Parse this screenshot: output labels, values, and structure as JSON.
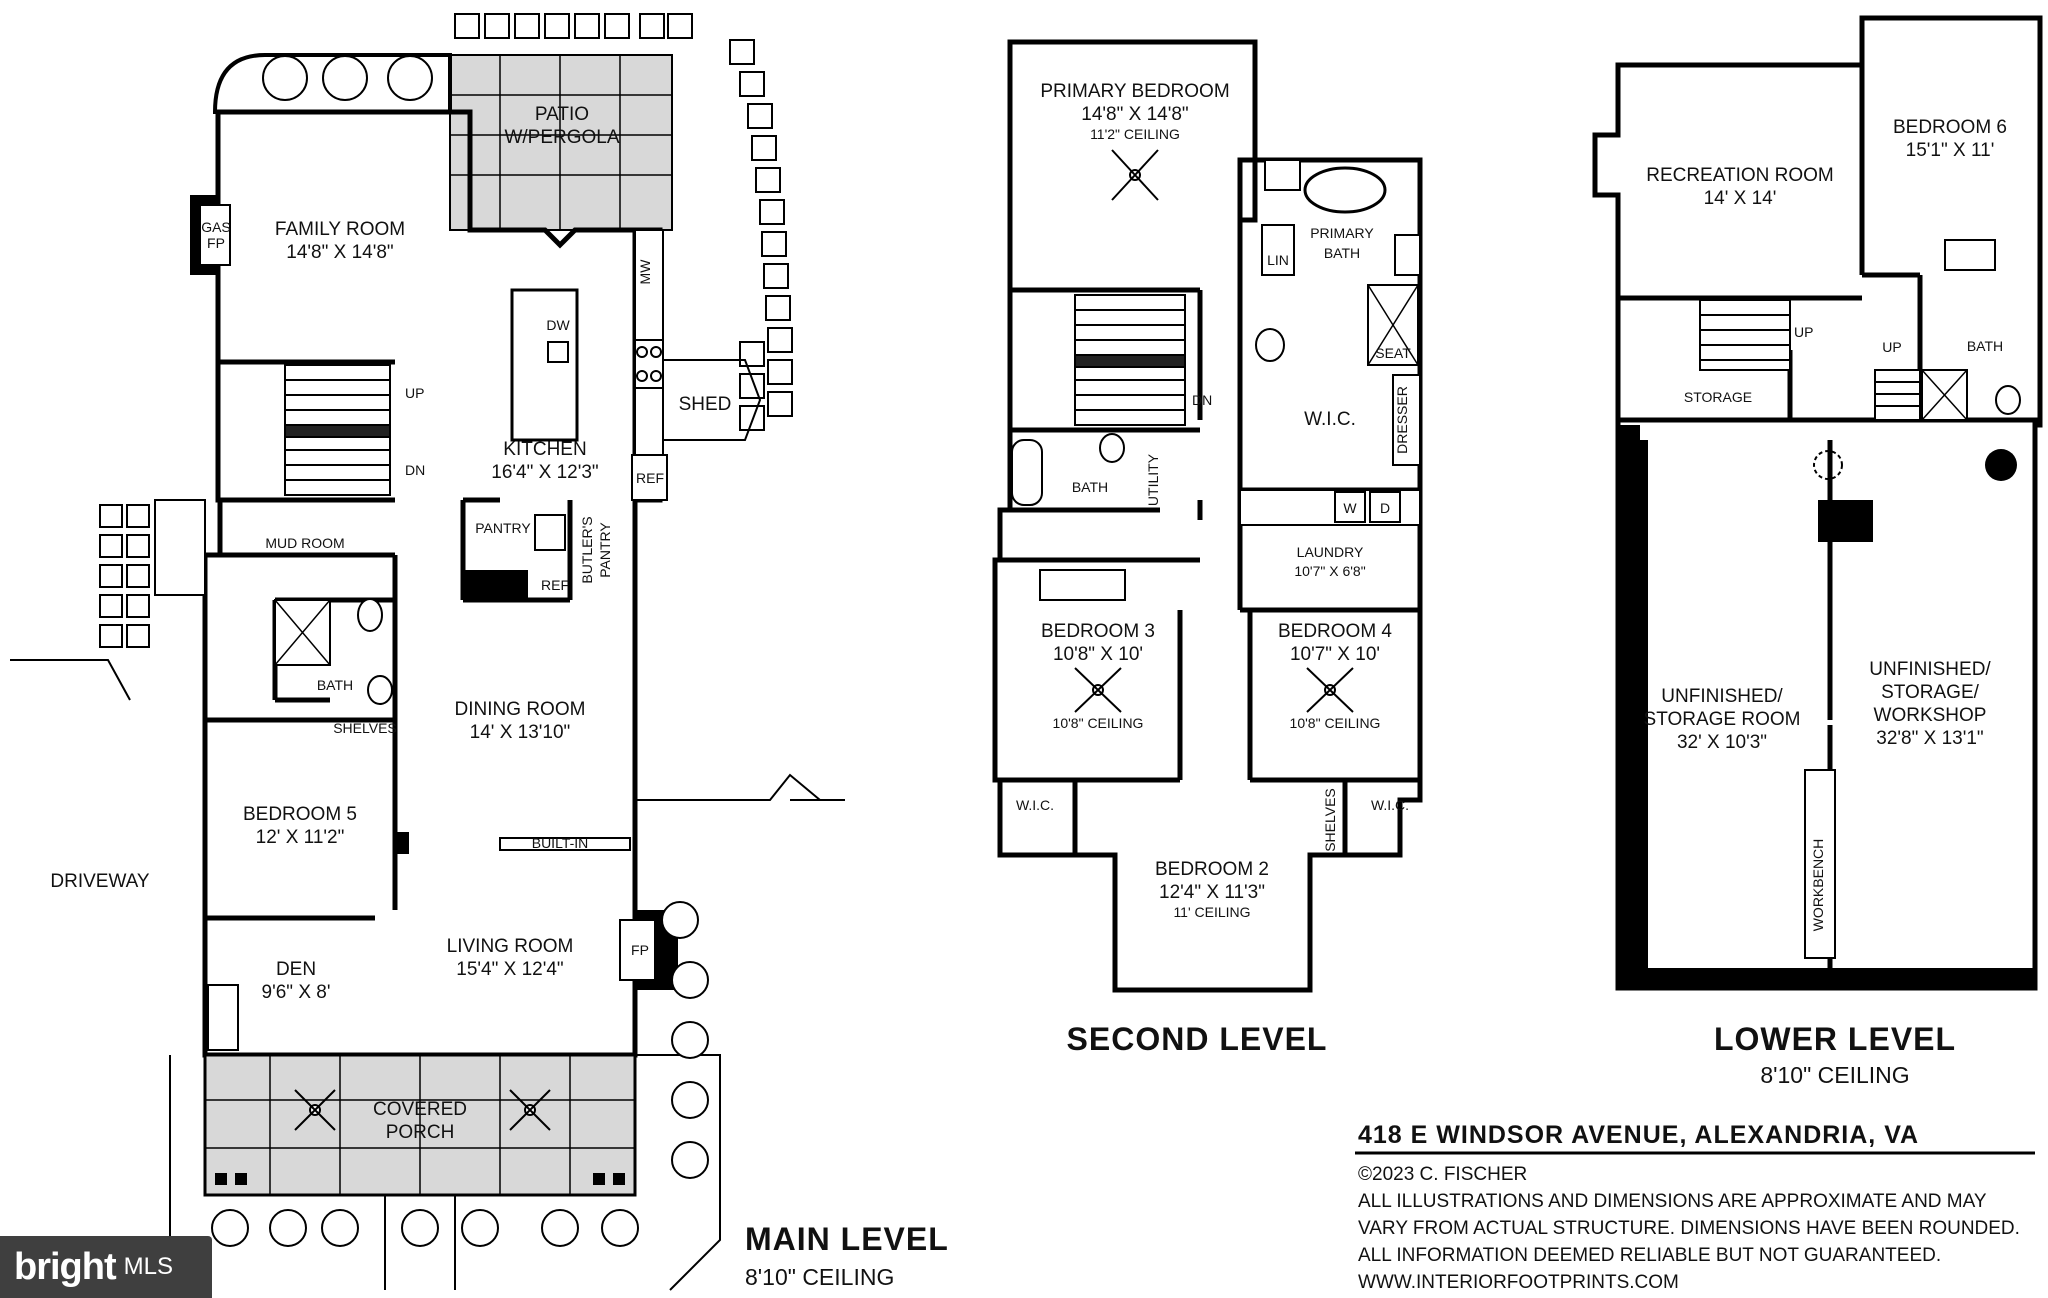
{
  "main_level": {
    "title": "MAIN LEVEL",
    "ceiling": "8'10\" CEILING",
    "rooms": {
      "patio_1": "PATIO",
      "patio_2": "W/PERGOLA",
      "family_room": "FAMILY ROOM",
      "family_room_dim": "14'8\" X 14'8\"",
      "gas_fp_1": "GAS",
      "gas_fp_2": "FP",
      "mw": "MW",
      "dw": "DW",
      "shed": "SHED",
      "kitchen": "KITCHEN",
      "kitchen_dim": "16'4\" X 12'3\"",
      "ref_main": "REF",
      "up": "UP",
      "dn": "DN",
      "mud_room": "MUD ROOM",
      "pantry": "PANTRY",
      "butlers_pantry_1": "BUTLER'S",
      "butlers_pantry_2": "PANTRY",
      "ref_butler": "REF",
      "bath": "BATH",
      "shelves": "SHELVES",
      "dining_room": "DINING ROOM",
      "dining_room_dim": "14' X 13'10\"",
      "bedroom_5": "BEDROOM 5",
      "bedroom_5_dim": "12' X 11'2\"",
      "built_in": "BUILT-IN",
      "driveway": "DRIVEWAY",
      "den": "DEN",
      "den_dim": "9'6\" X 8'",
      "living_room": "LIVING ROOM",
      "living_room_dim": "15'4\" X 12'4\"",
      "fp": "FP",
      "covered_porch_1": "COVERED",
      "covered_porch_2": "PORCH"
    }
  },
  "second_level": {
    "title": "SECOND LEVEL",
    "rooms": {
      "primary_bedroom": "PRIMARY BEDROOM",
      "primary_bedroom_dim": "14'8\" X 14'8\"",
      "primary_bedroom_ceiling": "11'2\" CEILING",
      "lin": "LIN",
      "primary_bath_1": "PRIMARY",
      "primary_bath_2": "BATH",
      "seat": "SEAT",
      "dn": "DN",
      "wic_primary": "W.I.C.",
      "dresser": "DRESSER",
      "bath": "BATH",
      "utility": "UTILITY",
      "w": "W",
      "d": "D",
      "laundry": "LAUNDRY",
      "laundry_dim": "10'7\" X 6'8\"",
      "bedroom_3": "BEDROOM 3",
      "bedroom_3_dim": "10'8\" X 10'",
      "bedroom_3_ceiling": "10'8\" CEILING",
      "bedroom_4": "BEDROOM 4",
      "bedroom_4_dim": "10'7\" X 10'",
      "bedroom_4_ceiling": "10'8\" CEILING",
      "wic_left": "W.I.C.",
      "wic_right": "W.I.C.",
      "shelves": "SHELVES",
      "bedroom_2": "BEDROOM 2",
      "bedroom_2_dim": "12'4\" X 11'3\"",
      "bedroom_2_ceiling": "11' CEILING"
    }
  },
  "lower_level": {
    "title": "LOWER LEVEL",
    "ceiling": "8'10\" CEILING",
    "rooms": {
      "recreation_room": "RECREATION ROOM",
      "recreation_room_dim": "14' X 14'",
      "bedroom_6": "BEDROOM 6",
      "bedroom_6_dim": "15'1\" X 11'",
      "up_left": "UP",
      "up_right": "UP",
      "storage": "STORAGE",
      "bath": "BATH",
      "unfinished_storage_1": "UNFINISHED/",
      "unfinished_storage_2": "STORAGE ROOM",
      "unfinished_storage_dim": "32' X 10'3\"",
      "unfinished_workshop_1": "UNFINISHED/",
      "unfinished_workshop_2": "STORAGE/",
      "unfinished_workshop_3": "WORKSHOP",
      "unfinished_workshop_dim": "32'8\" X 13'1\"",
      "workbench": "WORKBENCH"
    }
  },
  "footer": {
    "address": "418 E WINDSOR AVENUE, ALEXANDRIA, VA",
    "copyright": "©2023 C. FISCHER",
    "disclaimer_1": "ALL ILLUSTRATIONS AND DIMENSIONS ARE APPROXIMATE AND MAY",
    "disclaimer_2": "VARY FROM ACTUAL STRUCTURE. DIMENSIONS HAVE BEEN ROUNDED.",
    "disclaimer_3": "ALL INFORMATION DEEMED RELIABLE BUT NOT GUARANTEED.",
    "website": "WWW.INTERIORFOOTPRINTS.COM"
  },
  "badge": {
    "brand": "bright",
    "suffix": "MLS"
  },
  "icons": [
    "ceiling-fan-icon",
    "fireplace-icon",
    "sink-icon",
    "toilet-icon",
    "tub-icon",
    "shower-icon",
    "stair-icon",
    "tree-icon"
  ]
}
